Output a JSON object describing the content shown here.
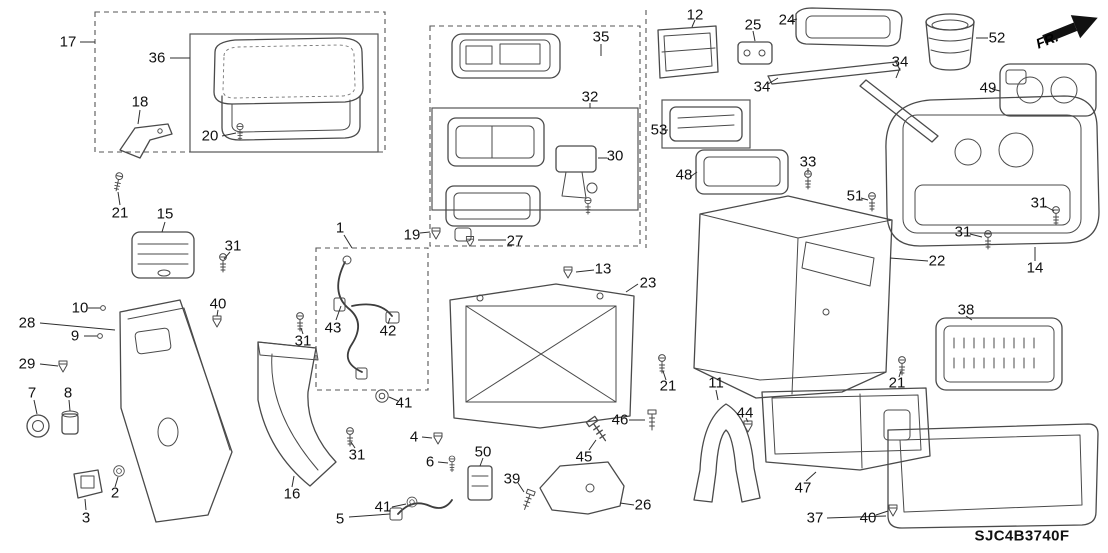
{
  "diagram": {
    "code": "SJC4B3740F",
    "fr_label": "FR.",
    "callouts": [
      "17",
      "36",
      "18",
      "20",
      "21",
      "15",
      "31",
      "40",
      "10",
      "9",
      "28",
      "29",
      "7",
      "8",
      "2",
      "3",
      "16",
      "1",
      "43",
      "31",
      "42",
      "41",
      "31",
      "5",
      "41",
      "50",
      "6",
      "4",
      "19",
      "27",
      "12",
      "35",
      "32",
      "30",
      "25",
      "24",
      "52",
      "34",
      "34",
      "49",
      "53",
      "33",
      "48",
      "51",
      "31",
      "31",
      "14",
      "22",
      "13",
      "23",
      "21",
      "11",
      "44",
      "46",
      "45",
      "39",
      "26",
      "38",
      "21",
      "47",
      "37",
      "40"
    ]
  }
}
